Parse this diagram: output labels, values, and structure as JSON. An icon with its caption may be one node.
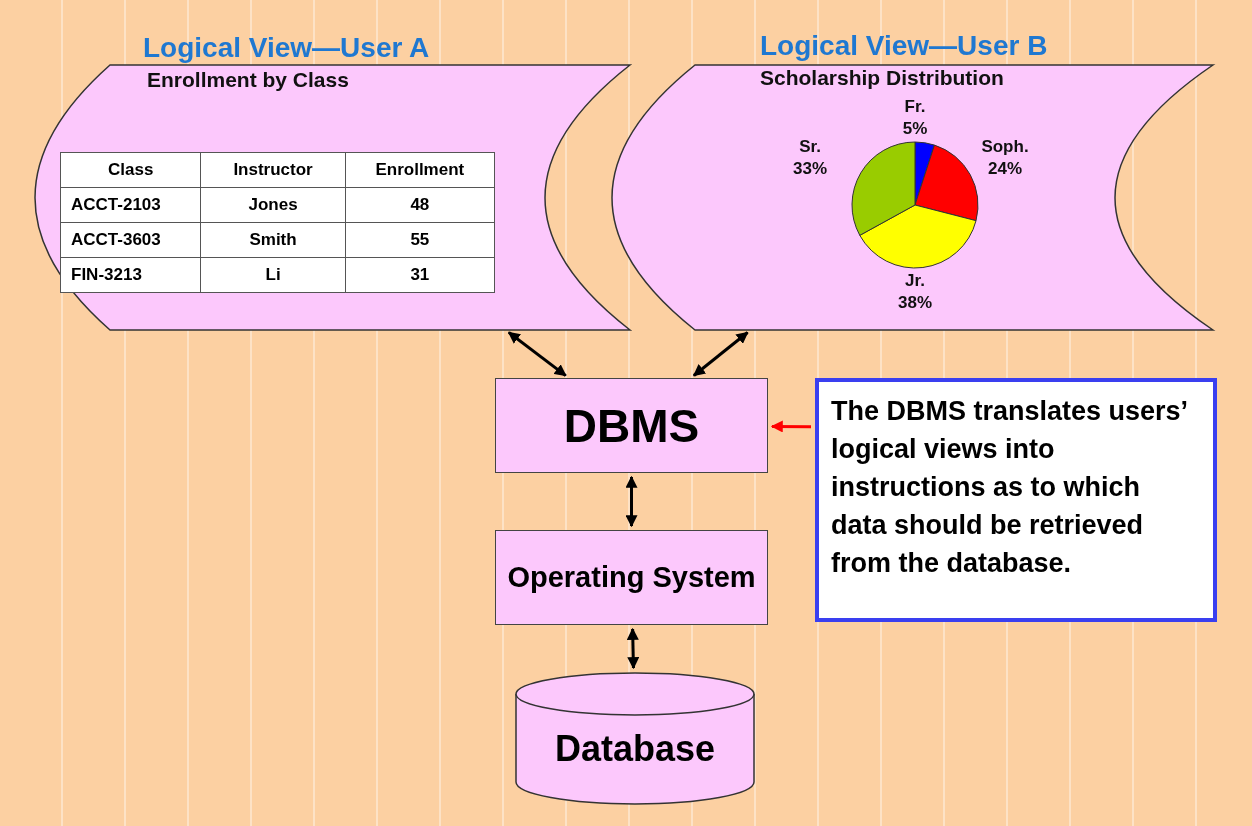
{
  "diagram": {
    "nodes": [
      {
        "text": [
          "Logical View—User A",
          "Enrollment by Class"
        ]
      },
      {
        "text": [
          "Logical View—User B",
          "Scholarship Distribution"
        ]
      },
      {
        "text": [
          "DBMS"
        ]
      },
      {
        "text": [
          "Operating System"
        ]
      },
      {
        "text": [
          "Database"
        ]
      },
      {
        "text": [
          "The DBMS translates users’ logical views into instructions as to which data should be retrieved from the database."
        ]
      }
    ],
    "edges": [
      {
        "from": 0,
        "to": 2,
        "arrow": "both"
      },
      {
        "from": 1,
        "to": 2,
        "arrow": "both"
      },
      {
        "from": 2,
        "to": 3,
        "arrow": "both"
      },
      {
        "from": 3,
        "to": 4,
        "arrow": "both"
      },
      {
        "from": 5,
        "to": 2,
        "arrow": "to",
        "color": "#ff0000"
      }
    ],
    "labels": [
      "Class",
      "Instructor",
      "Enrollment",
      "ACCT-2103",
      "Jones",
      "48",
      "ACCT-3603",
      "Smith",
      "55",
      "FIN-3213",
      "Li",
      "31"
    ],
    "chart_data": {
      "type": "pie",
      "categories": [
        "Fr.",
        "Soph.",
        "Jr.",
        "Sr."
      ],
      "values": [
        5,
        24,
        38,
        33
      ],
      "value_labels": [
        "5%",
        "24%",
        "38%",
        "33%"
      ]
    }
  }
}
